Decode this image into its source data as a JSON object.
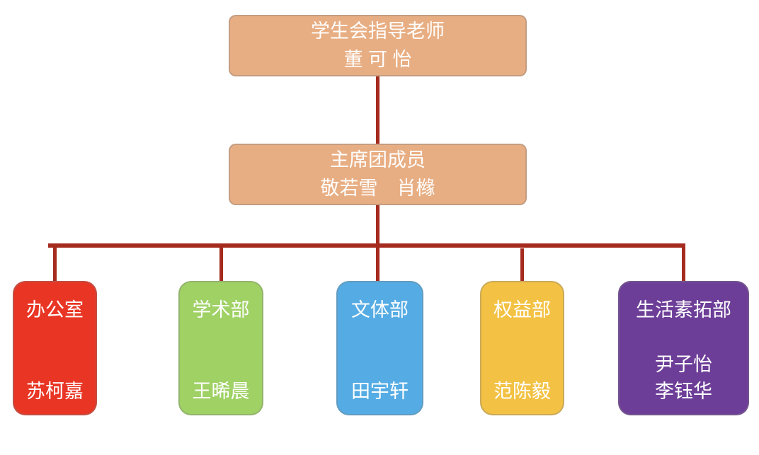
{
  "colors": {
    "connector": "#a62b1f",
    "peach": "#e8ae83"
  },
  "advisor": {
    "title": "学生会指导老师",
    "name": "董 可 怡"
  },
  "committee": {
    "title": "主席团成员",
    "names": "敬若雪　肖橼"
  },
  "departments": [
    {
      "title": "办公室",
      "members": [
        "苏柯嘉"
      ],
      "color": "#e93524"
    },
    {
      "title": "学术部",
      "members": [
        "王晞晨"
      ],
      "color": "#9fd165"
    },
    {
      "title": "文体部",
      "members": [
        "田宇轩"
      ],
      "color": "#55ace4"
    },
    {
      "title": "权益部",
      "members": [
        "范陈毅"
      ],
      "color": "#f3c244"
    },
    {
      "title": "生活素拓部",
      "members": [
        "尹子怡",
        "李钰华"
      ],
      "color": "#6d3e98"
    }
  ]
}
